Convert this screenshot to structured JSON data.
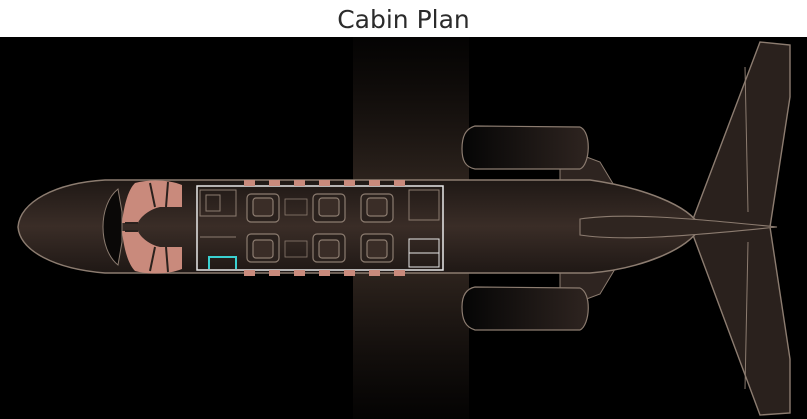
{
  "page": {
    "title": "Cabin Plan"
  },
  "colors": {
    "background": "#000000",
    "fuselage_fill": "#2a211d",
    "outline": "#8c7c70",
    "seat_accent": "#c98a7c",
    "cabin_outline": "#e8e8e8",
    "lavatory_highlight": "#3ad1d1"
  },
  "diagram": {
    "view": "top-down",
    "seat_count": 6,
    "cockpit_seat_count": 2,
    "window_count": 14
  }
}
